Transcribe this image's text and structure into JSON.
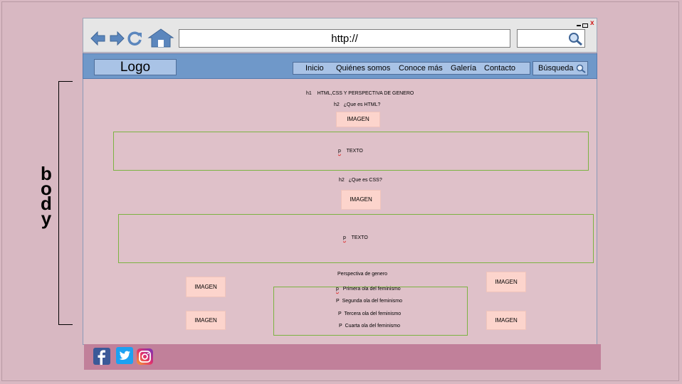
{
  "browser": {
    "url": "http://",
    "close_label": "x"
  },
  "header": {
    "logo": "Logo",
    "nav": [
      "Inicio",
      "Quiénes somos",
      "Conoce más",
      "Galería",
      "Contacto"
    ],
    "search_label": "Búsqueda"
  },
  "content": {
    "h1": {
      "tag": "h1",
      "text": "HTML,CSS Y PERSPECTIVA DE GENERO"
    },
    "h2_html": {
      "tag": "h2",
      "text": "¿Que es HTML?"
    },
    "image_label": "IMAGEN",
    "p_text": {
      "tag": "p",
      "text": "TEXTO"
    },
    "h2_css": {
      "tag": "h2",
      "text": "¿Que es CSS?"
    },
    "perspectiva_title": "Perspectiva de genero",
    "olas": [
      {
        "tag": "p",
        "text": "Primera ola del feminismo"
      },
      {
        "tag": "P",
        "text": "Segunda ola del feminismo"
      },
      {
        "tag": "P",
        "text": "Tercera ola del feminismo"
      },
      {
        "tag": "P",
        "text": "Cuarta ola del feminismo"
      }
    ]
  },
  "annotation": {
    "body_letters": [
      "b",
      "o",
      "d",
      "y"
    ]
  },
  "footer": {
    "icons": [
      "facebook-icon",
      "twitter-icon",
      "instagram-icon"
    ]
  },
  "colors": {
    "background": "#d8b8c2",
    "header": "#6f98c9",
    "nav": "#a9c3e6",
    "image_box": "#fcd4cc",
    "text_box_border": "#7cb342",
    "footer": "#c1809a"
  }
}
